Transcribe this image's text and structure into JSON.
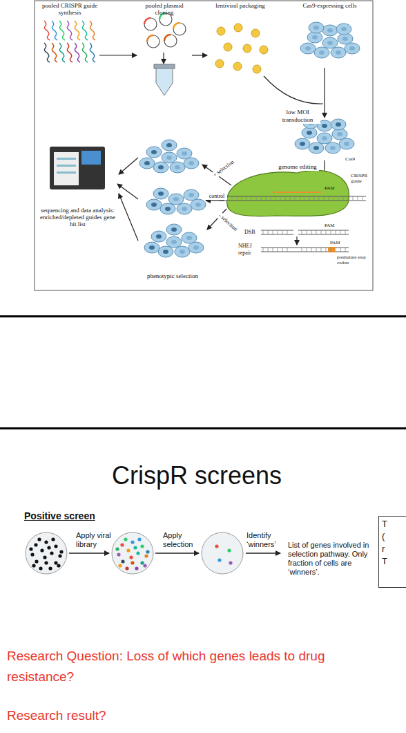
{
  "diagram": {
    "title": "CrispR screens",
    "nodes": [
      {
        "text": [
          "pooled CRISPR guide synthesis"
        ]
      },
      {
        "text": [
          "pooled plasmid cloning"
        ]
      },
      {
        "text": [
          "lentiviral packaging"
        ]
      },
      {
        "text": [
          "Cas9-expressing cells"
        ]
      },
      {
        "text": [
          "phenotypic selection"
        ]
      },
      {
        "text": [
          "sequencing and data analysis: enriched/depleted guides gene hit list"
        ]
      },
      {
        "text": [
          "T",
          "(",
          "r",
          "T"
        ]
      }
    ],
    "edges": [
      {
        "from": 0,
        "to": 1,
        "arrow": "to"
      },
      {
        "from": 1,
        "to": 2,
        "arrow": "to"
      },
      {
        "from": 4,
        "to": 5,
        "arrow": "to"
      }
    ],
    "labels": [
      "low MOI transduction",
      "genome editing",
      "Cas9",
      "CRISPR guide",
      "PAM",
      "PAM",
      "PAM",
      "DSB",
      "NHEJ repair",
      "premature stop codon",
      "+ selection",
      "control",
      "- selection",
      "Positive screen",
      "Apply viral library",
      "Apply selection",
      "Identify ‘winners’",
      "List of genes involved in selection pathway. Only fraction of cells are ‘winners’.",
      "Research Question: Loss of which genes leads to drug resistance?",
      "Research result?"
    ]
  }
}
